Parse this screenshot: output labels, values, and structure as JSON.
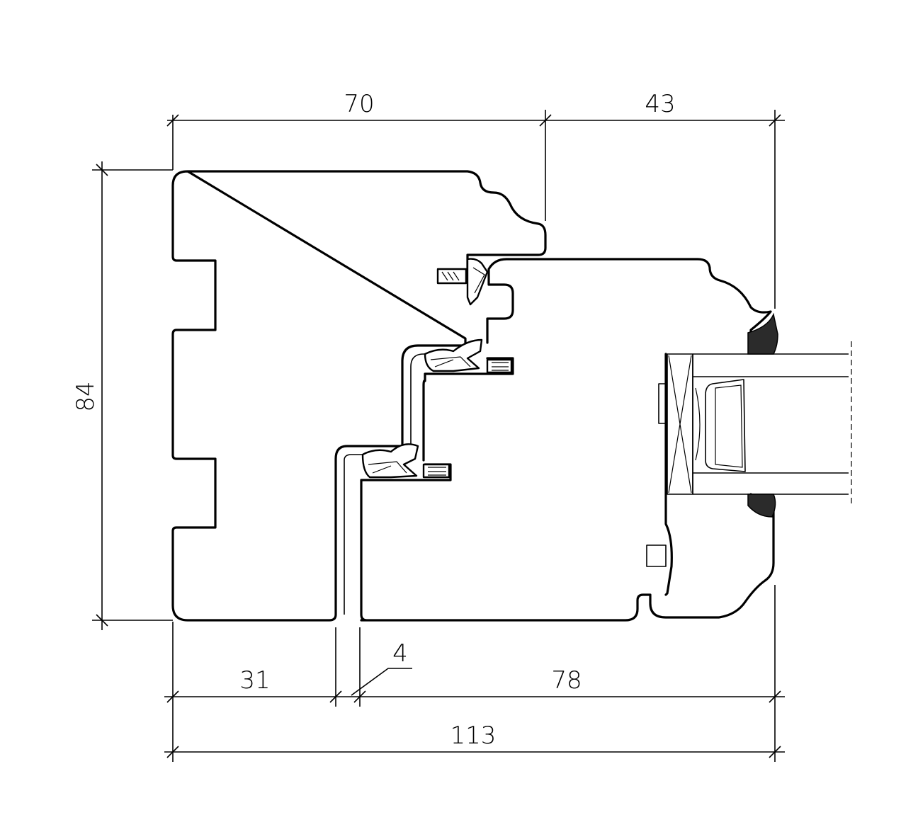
{
  "dimensions": {
    "frame_depth_top": "70",
    "sash_projection_top": "43",
    "overall_height": "84",
    "frame_width_bottom": "31",
    "gap": "4",
    "sash_width_bottom": "78",
    "overall_width": "113"
  },
  "colors": {
    "line": "#000000",
    "background": "#ffffff",
    "glazing_bead": "#2b2b2b"
  }
}
